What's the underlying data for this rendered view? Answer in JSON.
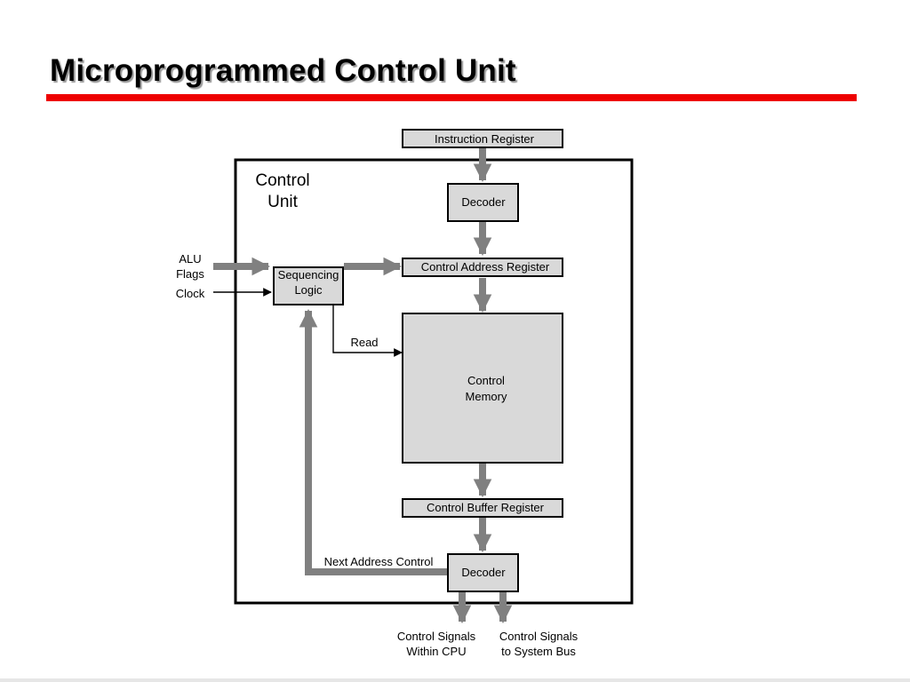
{
  "title": "Microprogrammed Control Unit",
  "colors": {
    "accent_rule": "#ee0000",
    "box_fill": "#d9d9d9",
    "arrow_gray": "#808080"
  },
  "diagram": {
    "control_unit_label": [
      "Control",
      "Unit"
    ],
    "instruction_register": "Instruction Register",
    "decoder_top": "Decoder",
    "control_address_register": "Control Address Register",
    "sequencing_logic": [
      "Sequencing",
      "Logic"
    ],
    "control_memory": [
      "Control",
      "Memory"
    ],
    "control_buffer_register": "Control Buffer Register",
    "decoder_bottom": "Decoder",
    "alu_flags": [
      "ALU",
      "Flags"
    ],
    "clock": "Clock",
    "read": "Read",
    "next_address_control": "Next Address Control",
    "signals_cpu": [
      "Control Signals",
      "Within CPU"
    ],
    "signals_bus": [
      "Control Signals",
      "to System Bus"
    ]
  }
}
